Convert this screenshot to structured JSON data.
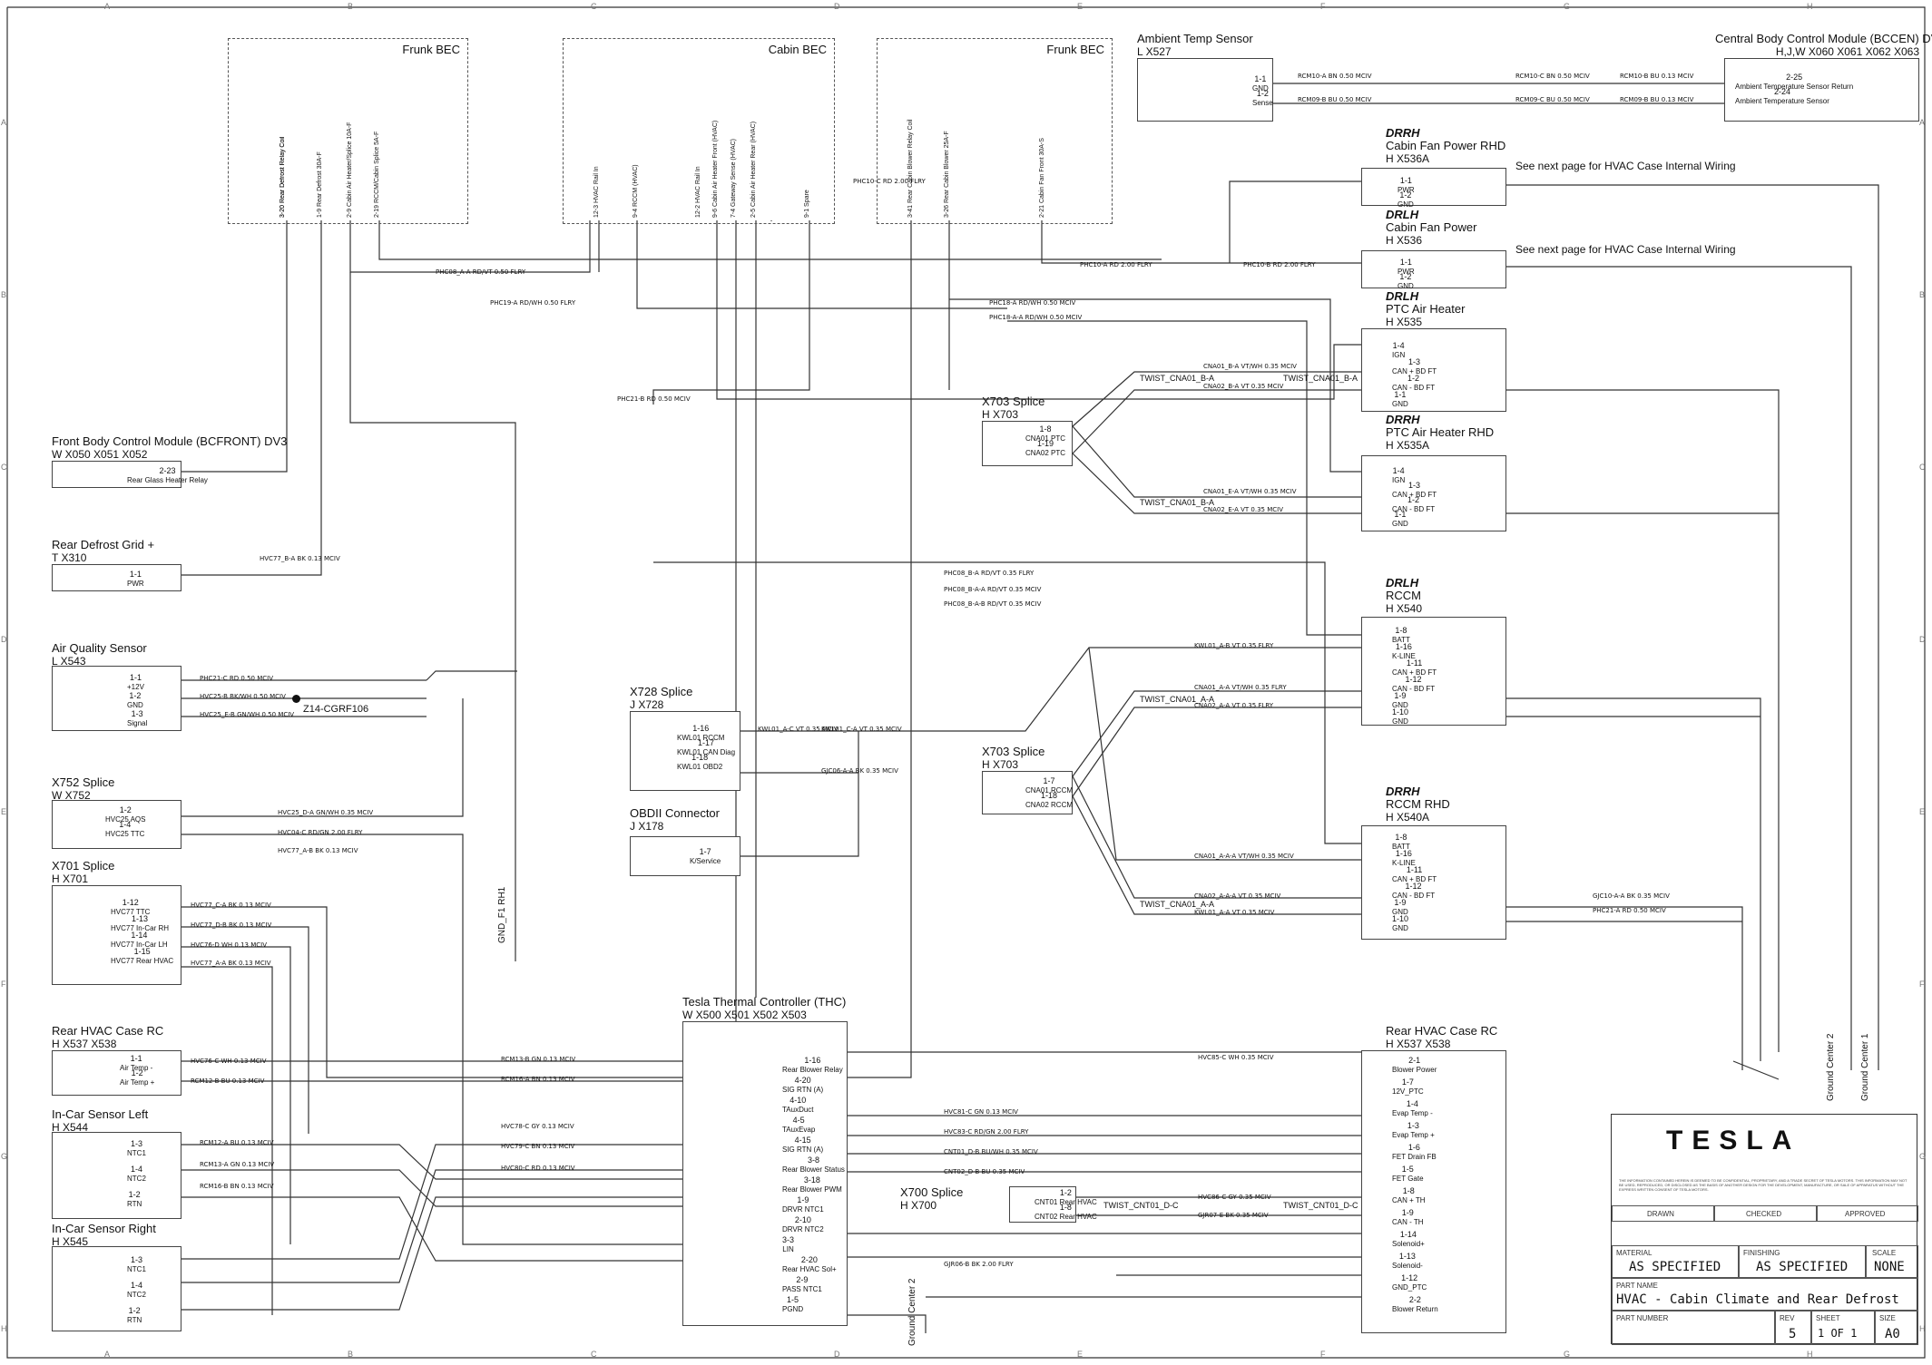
{
  "sheet_zones": {
    "columns": [
      "A",
      "B",
      "C",
      "D",
      "E",
      "F",
      "G",
      "H"
    ],
    "rows": [
      "A",
      "B",
      "C",
      "D",
      "E",
      "F",
      "G",
      "H"
    ]
  },
  "becs": {
    "frunk_left": {
      "title": "Frunk BEC",
      "fuses": [
        "3-20 Rear Defrost Relay Coil",
        "1-9 Rear Defrost 30A-F",
        "2-9 Cabin Air Heater/Splice 10A-F",
        "2-19 RCCM/Cabin Splice 5A-F"
      ]
    },
    "cabin": {
      "title": "Cabin BEC",
      "fuses": [
        "12-3 HVAC Rail In",
        "9-4 RCCM (HVAC)",
        "12-2 HVAC Rail In",
        "9-6 Cabin Air Heater Front (HVAC)",
        "7-4 Gateway Sense (HVAC)",
        "2-5 Cabin Air Heater Rear (HVAC)",
        "9-1 Spare"
      ]
    },
    "frunk_right": {
      "title": "Frunk BEC",
      "fuses": [
        "3-41 Rear Cabin Blower Relay Coil",
        "3-26 Rear Cabin Blower 25A-F",
        "2-21 Cabin Fan Front 30A-S"
      ]
    }
  },
  "components": {
    "ambient": {
      "title": "Ambient Temp Sensor",
      "conn": "L        X527",
      "pins": [
        [
          "1-1",
          "GND"
        ],
        [
          "1-2",
          "Sense"
        ]
      ]
    },
    "bccen": {
      "title": "Central Body Control Module (BCCEN) DV3",
      "conn": "H,J,W   X060  X061  X062  X063",
      "pins": [
        [
          "2-25",
          "Ambient Temperature Sensor Return"
        ],
        [
          "2-24",
          "Ambient Temperature Sensor"
        ]
      ]
    },
    "bcfront": {
      "title": "Front Body Control Module (BCFRONT) DV3",
      "conn": "W      X050  X051  X052",
      "pins": [
        [
          "2-23",
          "Rear Glass Heater Relay"
        ]
      ]
    },
    "rear_defrost": {
      "title": "Rear Defrost Grid +",
      "conn": "T       X310",
      "pins": [
        [
          "1-1",
          "PWR"
        ]
      ]
    },
    "air_quality": {
      "title": "Air Quality Sensor",
      "conn": "L       X543",
      "pins": [
        [
          "1-1",
          "+12V"
        ],
        [
          "1-2",
          "GND"
        ],
        [
          "1-3",
          "Signal"
        ]
      ]
    },
    "x752": {
      "title": "X752 Splice",
      "conn": "W      X752",
      "pins": [
        [
          "1-2",
          "HVC25 AQS"
        ],
        [
          "1-4",
          "HVC25 TTC"
        ]
      ]
    },
    "x701": {
      "title": "X701 Splice",
      "conn": "H       X701",
      "pins": [
        [
          "1-12",
          "HVC77 TTC"
        ],
        [
          "1-13",
          "HVC77 In-Car RH"
        ],
        [
          "1-14",
          "HVC77 In-Car LH"
        ],
        [
          "1-15",
          "HVC77 Rear HVAC"
        ]
      ]
    },
    "rear_hvac_rc_left": {
      "title": "Rear HVAC Case RC",
      "conn": "H       X537  X538",
      "pins": [
        [
          "1-1",
          "Air Temp -"
        ],
        [
          "1-2",
          "Air Temp +"
        ]
      ]
    },
    "incar_left": {
      "title": "In-Car Sensor Left",
      "conn": "H       X544",
      "pins": [
        [
          "1-3",
          "NTC1"
        ],
        [
          "1-4",
          "NTC2"
        ],
        [
          "1-2",
          "RTN"
        ]
      ]
    },
    "incar_right": {
      "title": "In-Car Sensor Right",
      "conn": "H       X545",
      "pins": [
        [
          "1-3",
          "NTC1"
        ],
        [
          "1-4",
          "NTC2"
        ],
        [
          "1-2",
          "RTN"
        ]
      ]
    },
    "x728": {
      "title": "X728 Splice",
      "conn": "J        X728",
      "pins": [
        [
          "1-16",
          "KWL01 RCCM"
        ],
        [
          "1-17",
          "KWL01 CAN Diag"
        ],
        [
          "1-18",
          "KWL01 OBD2"
        ]
      ]
    },
    "obd": {
      "title": "OBDII Connector",
      "conn": "J        X178",
      "pins": [
        [
          "1-7",
          "K/Service"
        ]
      ]
    },
    "thc": {
      "title": "Tesla Thermal Controller (THC)",
      "conn": "W     X500  X501  X502  X503",
      "pins": [
        [
          "1-16",
          "Rear Blower Relay"
        ],
        [
          "4-20",
          "SIG RTN (A)"
        ],
        [
          "4-10",
          "TAuxDuct"
        ],
        [
          "4-5",
          "TAuxEvap"
        ],
        [
          "4-15",
          "SIG RTN (A)"
        ],
        [
          "3-8",
          "Rear Blower Status"
        ],
        [
          "3-18",
          "Rear Blower PWM"
        ],
        [
          "1-9",
          "DRVR NTC1"
        ],
        [
          "2-10",
          "DRVR NTC2"
        ],
        [
          "3-3",
          "LIN"
        ],
        [
          "2-20",
          "Rear HVAC Sol+"
        ],
        [
          "2-9",
          "PASS NTC1"
        ],
        [
          "1-5",
          "PGND"
        ]
      ]
    },
    "x703a": {
      "title": "X703 Splice",
      "conn": "H       X703",
      "pins": [
        [
          "1-8",
          "CNA01 PTC"
        ],
        [
          "1-19",
          "CNA02 PTC"
        ]
      ]
    },
    "x703b": {
      "title": "X703 Splice",
      "conn": "H       X703",
      "pins": [
        [
          "1-7",
          "CNA01 RCCM"
        ],
        [
          "1-18",
          "CNA02 RCCM"
        ]
      ]
    },
    "x700": {
      "title": "X700 Splice",
      "conn": "H        X700",
      "pins": [
        [
          "1-2",
          "CNT01 Rear HVAC"
        ],
        [
          "1-8",
          "CNT02 Rear HVAC"
        ]
      ]
    },
    "fan_rhd": {
      "drive": "DRRH",
      "title": "Cabin Fan Power RHD",
      "conn": "H        X536A",
      "pins": [
        [
          "1-1",
          "PWR"
        ],
        [
          "1-2",
          "GND"
        ]
      ]
    },
    "fan_lhd": {
      "drive": "DRLH",
      "title": "Cabin Fan Power",
      "conn": "H        X536",
      "pins": [
        [
          "1-1",
          "PWR"
        ],
        [
          "1-2",
          "GND"
        ]
      ]
    },
    "ptc": {
      "drive": "DRLH",
      "title": "PTC Air Heater",
      "conn": "H        X535",
      "pins": [
        [
          "1-4",
          "IGN"
        ],
        [
          "1-3",
          "CAN + BD FT"
        ],
        [
          "1-2",
          "CAN - BD FT"
        ],
        [
          "1-1",
          "GND"
        ]
      ]
    },
    "ptc_rhd": {
      "drive": "DRRH",
      "title": "PTC Air Heater RHD",
      "conn": "H        X535A",
      "pins": [
        [
          "1-4",
          "IGN"
        ],
        [
          "1-3",
          "CAN + BD FT"
        ],
        [
          "1-2",
          "CAN - BD FT"
        ],
        [
          "1-1",
          "GND"
        ]
      ]
    },
    "rccm": {
      "drive": "DRLH",
      "title": "RCCM",
      "conn": "H        X540",
      "pins": [
        [
          "1-8",
          "BATT"
        ],
        [
          "1-16",
          "K-LINE"
        ],
        [
          "1-11",
          "CAN + BD FT"
        ],
        [
          "1-12",
          "CAN - BD FT"
        ],
        [
          "1-9",
          "GND"
        ],
        [
          "1-10",
          "GND"
        ]
      ]
    },
    "rccm_rhd": {
      "drive": "DRRH",
      "title": "RCCM RHD",
      "conn": "H        X540A",
      "pins": [
        [
          "1-8",
          "BATT"
        ],
        [
          "1-16",
          "K-LINE"
        ],
        [
          "1-11",
          "CAN + BD FT"
        ],
        [
          "1-12",
          "CAN - BD FT"
        ],
        [
          "1-9",
          "GND"
        ],
        [
          "1-10",
          "GND"
        ]
      ]
    },
    "rear_hvac_rc_right": {
      "title": "Rear HVAC Case RC",
      "conn": "H       X537  X538",
      "pins": [
        [
          "2-1",
          "Blower Power"
        ],
        [
          "1-7",
          "12V_PTC"
        ],
        [
          "1-4",
          "Evap Temp -"
        ],
        [
          "1-3",
          "Evap Temp +"
        ],
        [
          "1-6",
          "FET Drain FB"
        ],
        [
          "1-5",
          "FET Gate"
        ],
        [
          "1-8",
          "CAN + TH"
        ],
        [
          "1-9",
          "CAN - TH"
        ],
        [
          "1-14",
          "Solenoid+"
        ],
        [
          "1-13",
          "Solenoid-"
        ],
        [
          "1-12",
          "GND_PTC"
        ],
        [
          "2-2",
          "Blower Return"
        ]
      ]
    }
  },
  "notes": {
    "hvac_case_rhd": "See next page for HVAC Case Internal Wiring",
    "hvac_case_lhd": "See next page for HVAC Case Internal Wiring",
    "twist_ptc_a": "TWIST_CNA01_B-A",
    "twist_ptc_b": "TWIST_CNA01_B-A",
    "twist_ptc_c": "TWIST_CNA01_B-A",
    "twist_rccm_a": "TWIST_CNA01_A-A",
    "twist_rccm_b": "TWIST_CNA01_A-A",
    "twist_cnt": "TWIST_CNT01_D-C",
    "twist_cnt_b": "TWIST_CNT01_D-C",
    "gnd_fn": "GND_F1 RH1",
    "ground_center_2a": "Ground Center 2",
    "ground_center_2b": "Ground Center 2",
    "ground_center_1": "Ground Center 1",
    "z14": "Z14-CGRF106"
  },
  "wire_labels": [
    "PHC08_A-A   RD/VT   0.50   FLRY",
    "PHC19-A   RD/WH   0.50   FLRY",
    "PHC18-A   RD/WH   0.50   MCIV",
    "PHC18-A-A   RD/WH   0.50   MCIV",
    "PHC21-B   RD   0.50   MCIV",
    "PHC10-C   RD   2.00   FLRY",
    "PHC10-A   RD   2.00   FLRY",
    "PHC10-B   RD   2.00   FLRY",
    "RCM10-A   BN   0.50   MCIV",
    "RCM09-B   BU   0.50   MCIV",
    "RCM10-C   BN   0.50   MCIV",
    "RCM09-C   BU   0.50   MCIV",
    "RCM10-B   BU   0.13   MCIV",
    "RCM09-B   BU   0.13   MCIV",
    "CNA01_B-A   VT/WH   0.35   MCIV",
    "CNA02_B-A   VT   0.35   MCIV",
    "CNA01_E-A   VT/WH   0.35   MCIV",
    "CNA02_E-A   VT   0.35   MCIV",
    "PHC08_B-A   RD/VT   0.35   FLRY",
    "PHC08_B-A-A   RD/VT   0.35   MCIV",
    "PHC08_B-A-B   RD/VT   0.35   MCIV",
    "KWL01_A-B   VT   0.35   FLRY",
    "CNA01_A-A   VT/WH   0.35   FLRY",
    "CNA02_A-A   VT   0.35   FLRY",
    "KWL01_A-C   VT   0.35   MCIV",
    "CNA01_A-A-A   VT/WH   0.35   MCIV",
    "CNA02_A-A-A   VT   0.35   MCIV",
    "KWL01_A-A   VT   0.35   MCIV",
    "KWL01_C-A   VT   0.35   MCIV",
    "GJC06-A-A   BK   0.35   MCIV",
    "GJC10-A-A   BK   0.35   MCIV",
    "PHC21-A   RD   0.50   MCIV",
    "PHC21-C   RD   0.50   MCIV",
    "HVC25-B   BK/WH   0.50   MCIV",
    "HVC25_E-B   GN/WH   0.50   MCIV",
    "HVC25_D-A   GN/WH   0.35   MCIV",
    "HVC04-C   RD/GN   2.00   FLRY",
    "HVC77_A-B   BK   0.13   MCIV",
    "HVC77_B-A   BK   0.13   MCIV",
    "HVC77_C-A   BK   0.13   MCIV",
    "HVC77_D-B   BK   0.13   MCIV",
    "HVC76-D   WH   0.13   MCIV",
    "HVC77_A-A   BK   0.13   MCIV",
    "HVC76-C   WH   0.13   MCIV",
    "RCM12-B   BU   0.13   MCIV",
    "RCM13-B   GN   0.13   MCIV",
    "RCM16-A   BN   0.13   MCIV",
    "RCM12-A   BU   0.13   MCIV",
    "RCM13-A   GN   0.13   MCIV",
    "RCM16-B   BN   0.13   MCIV",
    "HVC78-C   GY   0.13   MCIV",
    "HVC79-C   BN   0.13   MCIV",
    "HVC80-C   RD   0.13   MCIV",
    "HVC81-C   GN   0.13   MCIV",
    "HVC83-C   RD/GN   2.00   FLRY",
    "CNT01_D-B   BU/WH   0.35   MCIV",
    "CNT02_D-B   BU   0.35   MCIV",
    "HVC85-C   WH   0.35   MCIV",
    "HVC86-C   GY   0.35   MCIV",
    "GJR07-E   BK   0.35   MCIV",
    "GJR06-B   BK   2.00   FLRY"
  ],
  "title_block": {
    "logo": "TESLA",
    "legal": "THE INFORMATION CONTAINED HEREIN IS DEEMED TO BE CONFIDENTIAL, PROPRIETARY, AND A TRADE SECRET OF TESLA MOTORS. THIS INFORMATION MAY NOT BE USED, REPRODUCED, OR DISCLOSED AS THE BASIS OF ANOTHER DESIGN FOR THE DEVELOPMENT, MANUFACTURE, OR SALE OF APPARATUS WITHOUT THE EXPRESS WRITTEN CONSENT OF TESLA MOTORS.",
    "drawn": "DRAWN",
    "checked": "CHECKED",
    "approved": "APPROVED",
    "material_label": "MATERIAL",
    "material": "AS SPECIFIED",
    "finishing_label": "FINISHING",
    "finishing": "AS SPECIFIED",
    "scale_label": "SCALE",
    "scale": "NONE",
    "part_name_label": "PART NAME",
    "part_name": "HVAC - Cabin Climate and Rear Defrost",
    "part_number_label": "PART NUMBER",
    "rev_label": "REV",
    "rev": "5",
    "sheet_label": "SHEET",
    "sheet": "1  OF  1",
    "size_label": "SIZE",
    "size": "A0"
  },
  "colors": {
    "line": "#333333",
    "paper": "#ffffff"
  }
}
